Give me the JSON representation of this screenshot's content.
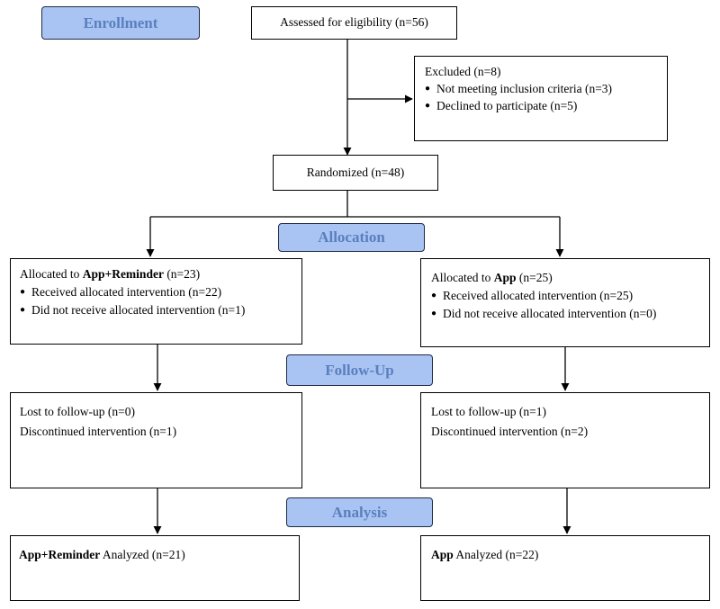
{
  "stages": {
    "enrollment": "Enrollment",
    "allocation": "Allocation",
    "followup": "Follow-Up",
    "analysis": "Analysis"
  },
  "assessed": "Assessed for eligibility (n=56)",
  "excluded": {
    "title": "Excluded (n=8)",
    "items": [
      "Not meeting inclusion criteria (n=3)",
      "Declined to participate (n=5)"
    ]
  },
  "randomized": "Randomized (n=48)",
  "left_arm": {
    "group": "App+Reminder",
    "allocated_prefix": "Allocated to ",
    "allocated_suffix": " (n=23)",
    "items": [
      "Received allocated intervention (n=22)",
      "Did not receive allocated intervention (n=1)"
    ],
    "lost": "Lost to follow-up (n=0)",
    "discontinued": "Discontinued intervention (n=1)",
    "analyzed_suffix": " Analyzed (n=21)"
  },
  "right_arm": {
    "group": "App",
    "allocated_prefix": "Allocated to ",
    "allocated_suffix": " (n=25)",
    "items": [
      "Received allocated intervention (n=25)",
      "Did not receive allocated intervention (n=0)"
    ],
    "lost": "Lost to follow-up (n=1)",
    "discontinued": "Discontinued intervention (n=2)",
    "analyzed_suffix": " Analyzed (n=22)"
  }
}
